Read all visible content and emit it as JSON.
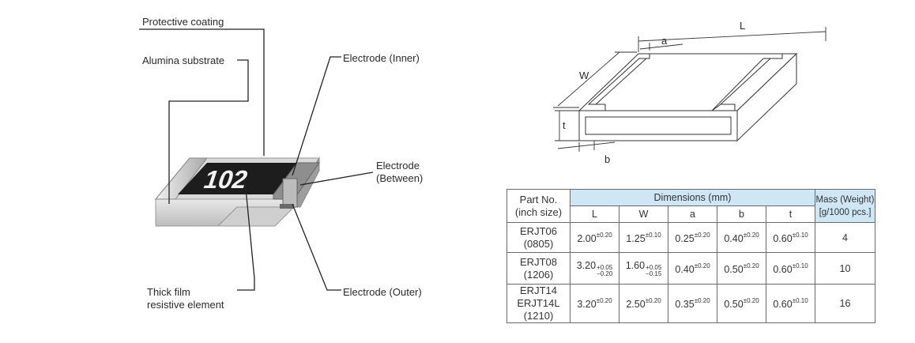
{
  "structure": {
    "protective_coating": "Protective coating",
    "alumina_substrate": "Alumina substrate",
    "electrode_inner": "Electrode (Inner)",
    "electrode_between_1": "Electrode",
    "electrode_between_2": "(Between)",
    "thick_film_1": "Thick film",
    "thick_film_2": "resistive element",
    "electrode_outer": "Electrode (Outer)",
    "marking": "102"
  },
  "dimension_diagram": {
    "L": "L",
    "W": "W",
    "a": "a",
    "b": "b",
    "t": "t"
  },
  "table": {
    "part_no_1": "Part No.",
    "part_no_2": "(inch size)",
    "dimensions_header": "Dimensions (mm)",
    "mass_1": "Mass (Weight)",
    "mass_2": "[g/1000 pcs.]",
    "cols": [
      "L",
      "W",
      "a",
      "b",
      "t"
    ],
    "rows": [
      {
        "part": [
          "ERJT06",
          "(0805)"
        ],
        "L": {
          "v": "2.00",
          "tol": "±0.20"
        },
        "W": {
          "v": "1.25",
          "tol": "±0.10"
        },
        "a": {
          "v": "0.25",
          "tol": "±0.20"
        },
        "b": {
          "v": "0.40",
          "tol": "±0.20"
        },
        "t": {
          "v": "0.60",
          "tol": "±0.10"
        },
        "mass": "4"
      },
      {
        "part": [
          "ERJT08",
          "(1206)"
        ],
        "L": {
          "v": "3.20",
          "tol_up": "+0.05",
          "tol_dn": "−0.20"
        },
        "W": {
          "v": "1.60",
          "tol_up": "+0.05",
          "tol_dn": "−0.15"
        },
        "a": {
          "v": "0.40",
          "tol": "±0.20"
        },
        "b": {
          "v": "0.50",
          "tol": "±0.20"
        },
        "t": {
          "v": "0.60",
          "tol": "±0.10"
        },
        "mass": "10"
      },
      {
        "part": [
          "ERJT14",
          "ERJT14L",
          "(1210)"
        ],
        "L": {
          "v": "3.20",
          "tol": "±0.20"
        },
        "W": {
          "v": "2.50",
          "tol": "±0.20"
        },
        "a": {
          "v": "0.35",
          "tol": "±0.20"
        },
        "b": {
          "v": "0.50",
          "tol": "±0.20"
        },
        "t": {
          "v": "0.60",
          "tol": "±0.10"
        },
        "mass": "16"
      }
    ]
  }
}
